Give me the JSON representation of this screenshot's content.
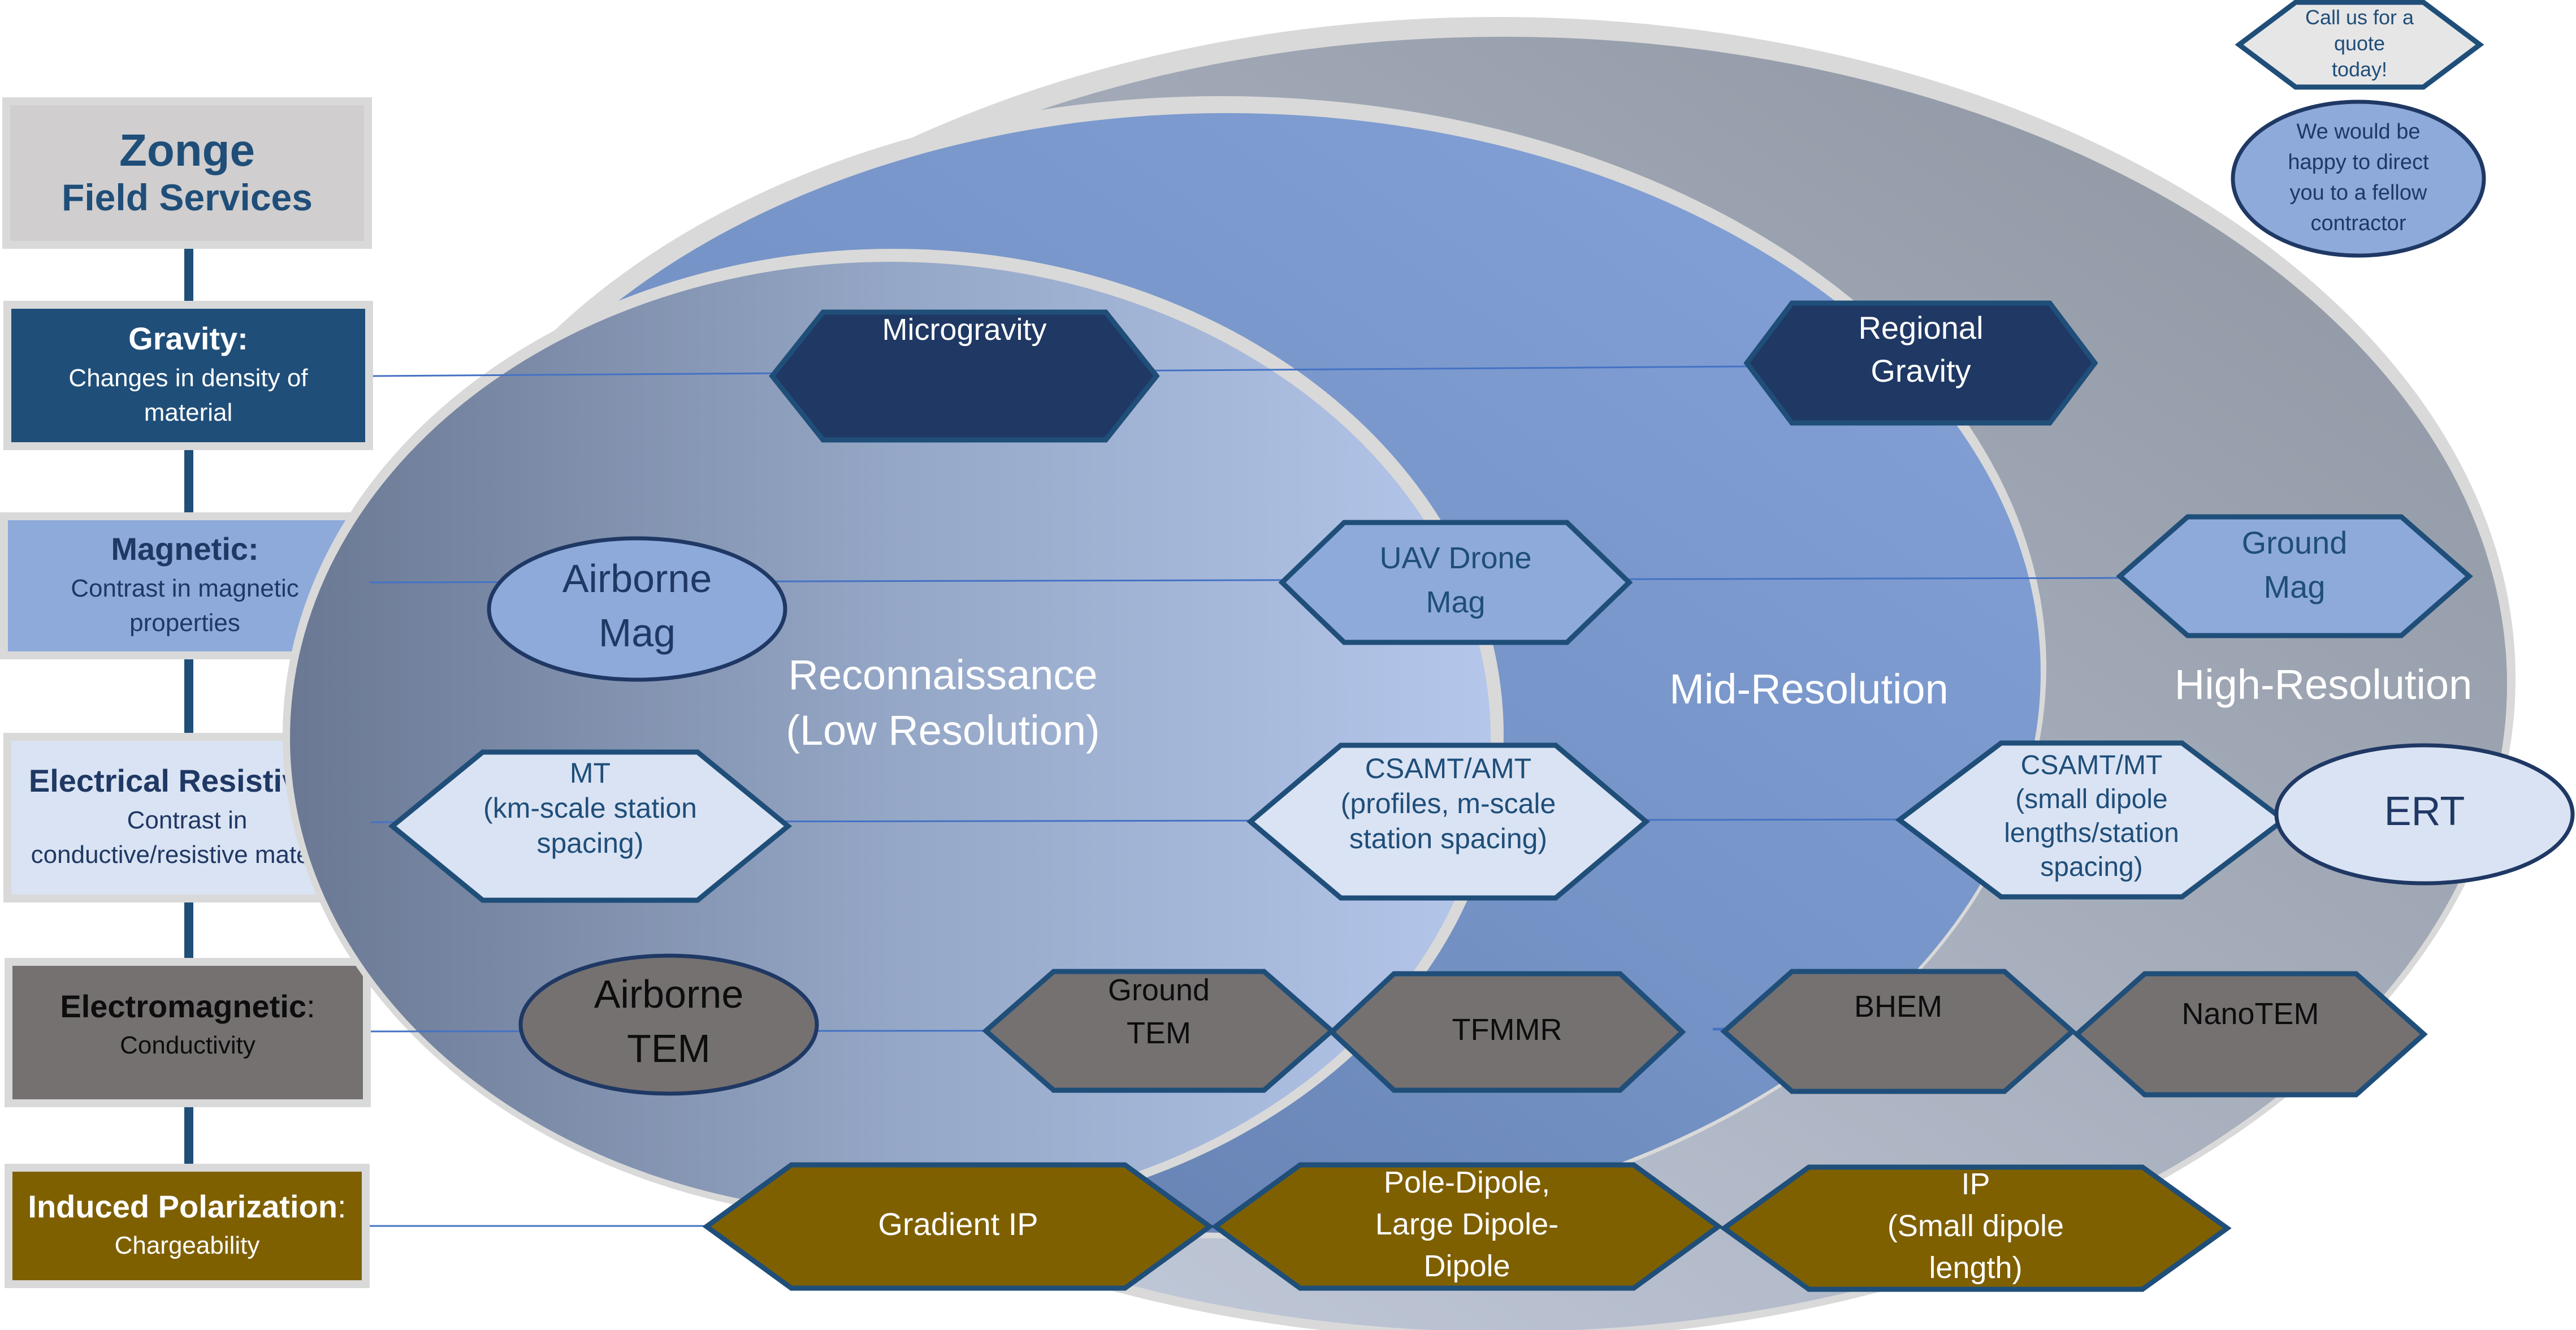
{
  "header": {
    "title_line1": "Zonge",
    "title_line2": "Field Services"
  },
  "categories": [
    {
      "id": "gravity",
      "title": "Gravity:",
      "colon": "",
      "desc": "Changes in density of material",
      "fill": "#1f4e79",
      "title_color": "#ffffff",
      "desc_color": "#ffffff"
    },
    {
      "id": "magnetic",
      "title": "Magnetic:",
      "colon": "",
      "desc": "Contrast in magnetic properties",
      "fill": "#8eaadb",
      "title_color": "#1f3864",
      "desc_color": "#1f3864"
    },
    {
      "id": "resistivity",
      "title": "Electrical Resistivity",
      "colon": ":",
      "desc": "Contrast in conductive/resistive material",
      "fill": "#dae3f3",
      "title_color": "#1f3864",
      "desc_color": "#1f3864"
    },
    {
      "id": "electromagnetic",
      "title": "Electromagnetic",
      "colon": ":",
      "desc": "Conductivity",
      "fill": "#757171",
      "title_color": "#0d0d0d",
      "desc_color": "#0d0d0d"
    },
    {
      "id": "ip",
      "title": "Induced Polarization",
      "colon": ":",
      "desc": "Chargeability",
      "fill": "#7f6000",
      "title_color": "#ffffff",
      "desc_color": "#ffffff"
    }
  ],
  "zones": {
    "reconnaissance": [
      "Reconnaissance",
      "(Low Resolution)"
    ],
    "mid": [
      "Mid-Resolution"
    ],
    "high": [
      "High-Resolution"
    ]
  },
  "methods": {
    "microgravity": [
      "Microgravity"
    ],
    "regional_gravity": [
      "Regional",
      "Gravity"
    ],
    "airborne_mag": [
      "Airborne",
      "Mag"
    ],
    "uav_drone_mag": [
      "UAV Drone",
      "Mag"
    ],
    "ground_mag": [
      "Ground",
      "Mag"
    ],
    "mt": [
      "MT",
      "(km-scale station",
      "spacing)"
    ],
    "csamt_amt": [
      "CSAMT/AMT",
      "(profiles, m-scale",
      "station spacing)"
    ],
    "csamt_mt": [
      "CSAMT/MT",
      "(small dipole",
      "lengths/station",
      "spacing)"
    ],
    "ert": [
      "ERT"
    ],
    "airborne_tem": [
      "Airborne",
      "TEM"
    ],
    "ground_tem": [
      "Ground",
      "TEM"
    ],
    "tfmmr": [
      "TFMMR"
    ],
    "bhem": [
      "BHEM"
    ],
    "nanotem": [
      "NanoTEM"
    ],
    "gradient_ip": [
      "Gradient IP"
    ],
    "pole_dipole": [
      "Pole-Dipole,",
      "Large Dipole-",
      "Dipole"
    ],
    "ip_small": [
      "IP",
      "(Small dipole",
      "length)"
    ]
  },
  "callouts": {
    "quote": [
      "Call us for a",
      "quote",
      "today!"
    ],
    "referral": [
      "We would be",
      "happy to direct",
      "you to a fellow",
      "contractor"
    ]
  },
  "colors": {
    "navy": "#1f3864",
    "border_blue": "#1f4e79",
    "connector": "#4472c4",
    "mag_blue": "#8eaadb",
    "light_blue": "#dae3f3",
    "em_gray": "#757171",
    "ip_olive": "#7f6000",
    "quote_fill": "#e7e6e6"
  }
}
